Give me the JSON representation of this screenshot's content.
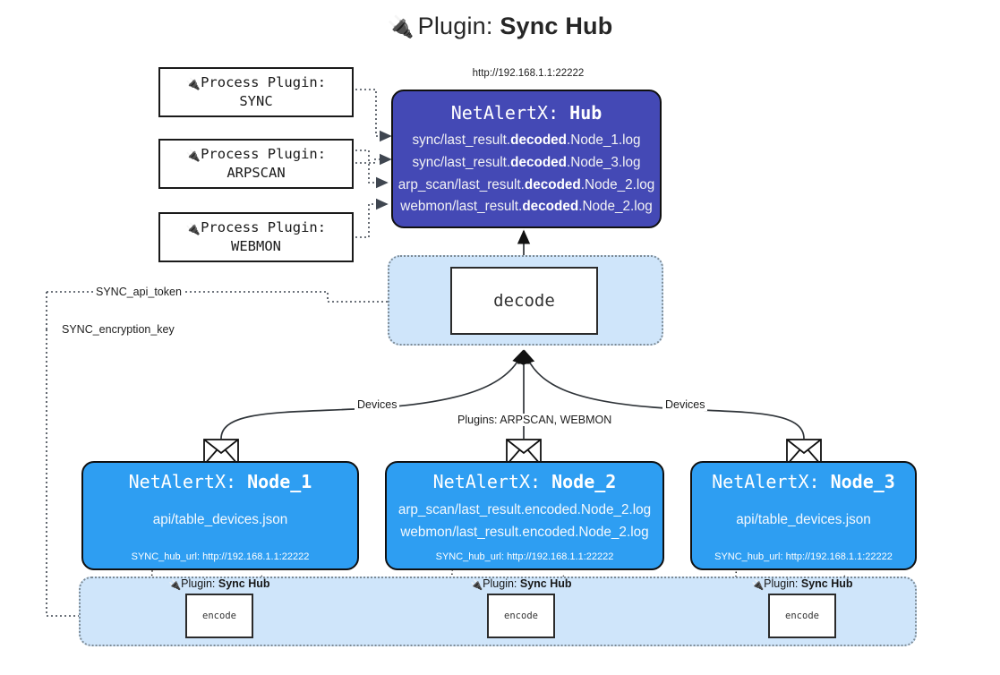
{
  "title": {
    "icon": "plug-icon",
    "prefix": "Plugin: ",
    "name": "Sync Hub"
  },
  "colors": {
    "hub_fill": "#4449b5",
    "node_fill": "#2e9ef2",
    "zone_fill": "#cfe5fa",
    "zone_border": "#7d8b96",
    "box_border": "#101010",
    "text_light": "#ffffff",
    "text_dark": "#1a1a1a"
  },
  "process_plugins": [
    {
      "icon": "plug-icon",
      "line1": "Process Plugin:",
      "line2": "SYNC"
    },
    {
      "icon": "plug-icon",
      "line1": "Process Plugin:",
      "line2": "ARPSCAN"
    },
    {
      "icon": "plug-icon",
      "line1": "Process Plugin:",
      "line2": "WEBMON"
    }
  ],
  "hub": {
    "url": "http://192.168.1.1:22222",
    "title_prefix": "NetAlertX: ",
    "title_name": "Hub",
    "logs": [
      {
        "pre": "sync/last_result.",
        "mid": "decoded",
        "post": ".Node_1.log"
      },
      {
        "pre": "sync/last_result.",
        "mid": "decoded",
        "post": ".Node_3.log"
      },
      {
        "pre": "arp_scan/last_result.",
        "mid": "decoded",
        "post": ".Node_2.log"
      },
      {
        "pre": "webmon/last_result.",
        "mid": "decoded",
        "post": ".Node_2.log"
      }
    ]
  },
  "decode": {
    "box_label": "decode"
  },
  "secrets": {
    "api_token": "SYNC_api_token",
    "encryption_key": "SYNC_encryption_key"
  },
  "edges": {
    "devices_left": "Devices",
    "devices_right": "Devices",
    "plugins": "Plugins: ARPSCAN, WEBMON"
  },
  "nodes": [
    {
      "id": "node-1",
      "title_prefix": "NetAlertX: ",
      "title_name": "Node_1",
      "lines": [
        "api/table_devices.json"
      ],
      "footer": "SYNC_hub_url: http://192.168.1.1:22222",
      "icon": "envelope-icon"
    },
    {
      "id": "node-2",
      "title_prefix": "NetAlertX: ",
      "title_name": "Node_2",
      "lines": [
        "arp_scan/last_result.encoded.Node_2.log",
        "webmon/last_result.encoded.Node_2.log"
      ],
      "footer": "SYNC_hub_url: http://192.168.1.1:22222",
      "icon": "envelope-icon"
    },
    {
      "id": "node-3",
      "title_prefix": "NetAlertX: ",
      "title_name": "Node_3",
      "lines": [
        "api/table_devices.json"
      ],
      "footer": "SYNC_hub_url: http://192.168.1.1:22222",
      "icon": "envelope-icon"
    }
  ],
  "encoders": [
    {
      "icon": "plug-icon",
      "caption_prefix": "Plugin: ",
      "caption_name": "Sync Hub",
      "box_label": "encode"
    },
    {
      "icon": "plug-icon",
      "caption_prefix": "Plugin: ",
      "caption_name": "Sync Hub",
      "box_label": "encode"
    },
    {
      "icon": "plug-icon",
      "caption_prefix": "Plugin: ",
      "caption_name": "Sync Hub",
      "box_label": "encode"
    }
  ]
}
